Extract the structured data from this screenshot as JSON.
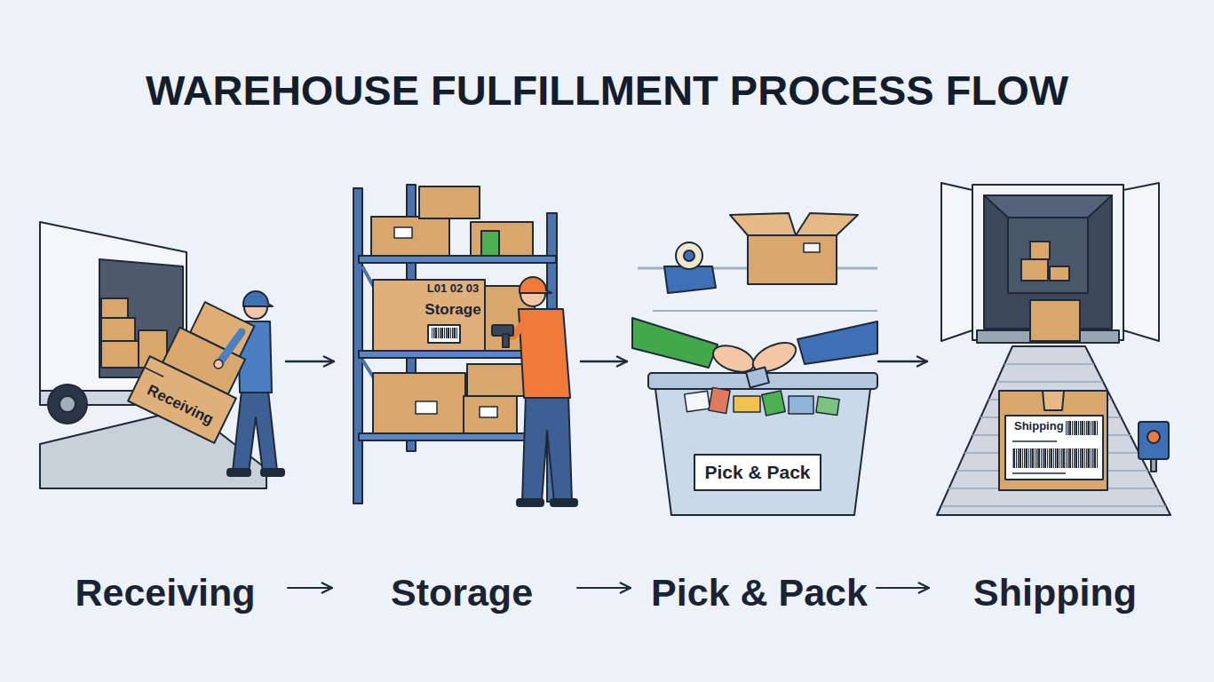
{
  "diagram": {
    "title": "WAREHOUSE FULFILLMENT PROCESS FLOW",
    "nodes": [
      {
        "text": [
          "Receiving",
          "Receiving"
        ]
      },
      {
        "text": [
          "L01 02 03",
          "Storage",
          "Storage"
        ]
      },
      {
        "text": [
          "Pick & Pack",
          "Pick & Pack"
        ]
      },
      {
        "text": [
          "Shipping",
          "Shipping"
        ]
      }
    ],
    "edges": [
      {
        "from": 0,
        "to": 1,
        "arrow": "to"
      },
      {
        "from": 1,
        "to": 2,
        "arrow": "to"
      },
      {
        "from": 2,
        "to": 3,
        "arrow": "to"
      },
      {
        "from": 0,
        "to": 1,
        "arrow": "to"
      },
      {
        "from": 1,
        "to": 2,
        "arrow": "to"
      },
      {
        "from": 2,
        "to": 3,
        "arrow": "to"
      }
    ]
  }
}
